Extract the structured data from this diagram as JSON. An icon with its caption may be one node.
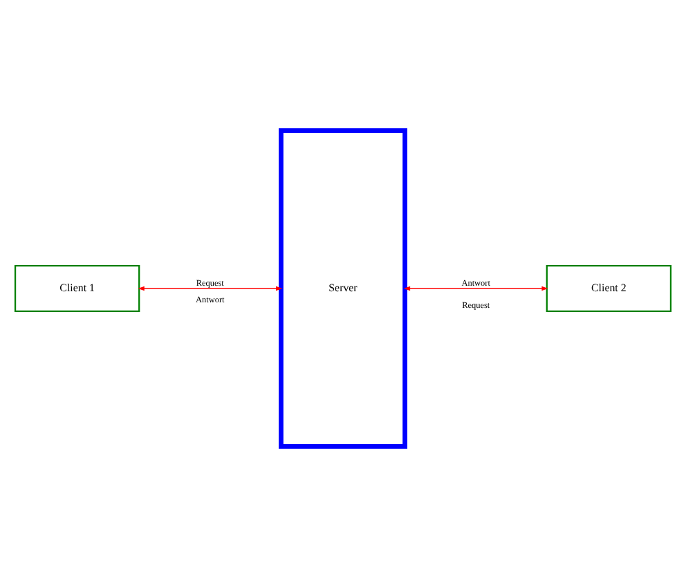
{
  "diagram": {
    "nodes": [
      {
        "text": [
          "Client 1"
        ]
      },
      {
        "text": [
          "Client 2"
        ]
      },
      {
        "text": [
          "Server"
        ]
      }
    ],
    "edges": [
      {
        "from": 0,
        "to": 2,
        "arrow": "to",
        "label": "Request"
      },
      {
        "from": 2,
        "to": 0,
        "arrow": "to",
        "label": "Antwort"
      },
      {
        "from": 1,
        "to": 2,
        "arrow": "to",
        "label": "Request"
      },
      {
        "from": 2,
        "to": 1,
        "arrow": "to",
        "label": "Antwort"
      }
    ]
  }
}
